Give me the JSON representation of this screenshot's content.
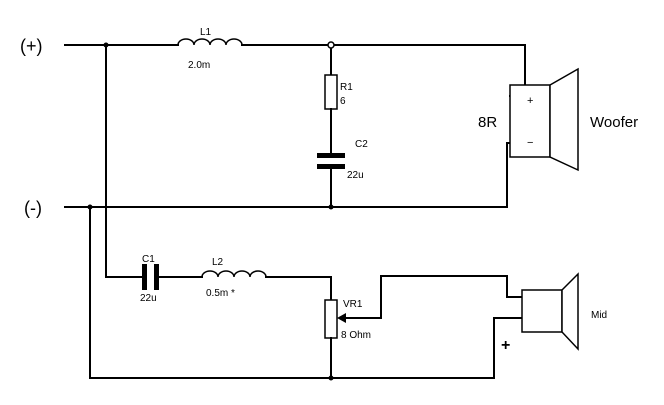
{
  "terminals": {
    "positive": "(+)",
    "negative": "(-)"
  },
  "components": {
    "L1": {
      "name": "L1",
      "value": "2.0m"
    },
    "R1": {
      "name": "R1",
      "value": "6"
    },
    "C2": {
      "name": "C2",
      "value": "22u"
    },
    "C1": {
      "name": "C1",
      "value": "22u"
    },
    "L2": {
      "name": "L2",
      "value": "0.5m *"
    },
    "VR1": {
      "name": "VR1",
      "value": "8 Ohm"
    }
  },
  "woofer": {
    "impedance": "8R",
    "label": "Woofer",
    "plus": "+",
    "minus": "−"
  },
  "mid": {
    "label": "Mid",
    "plus": "+"
  }
}
